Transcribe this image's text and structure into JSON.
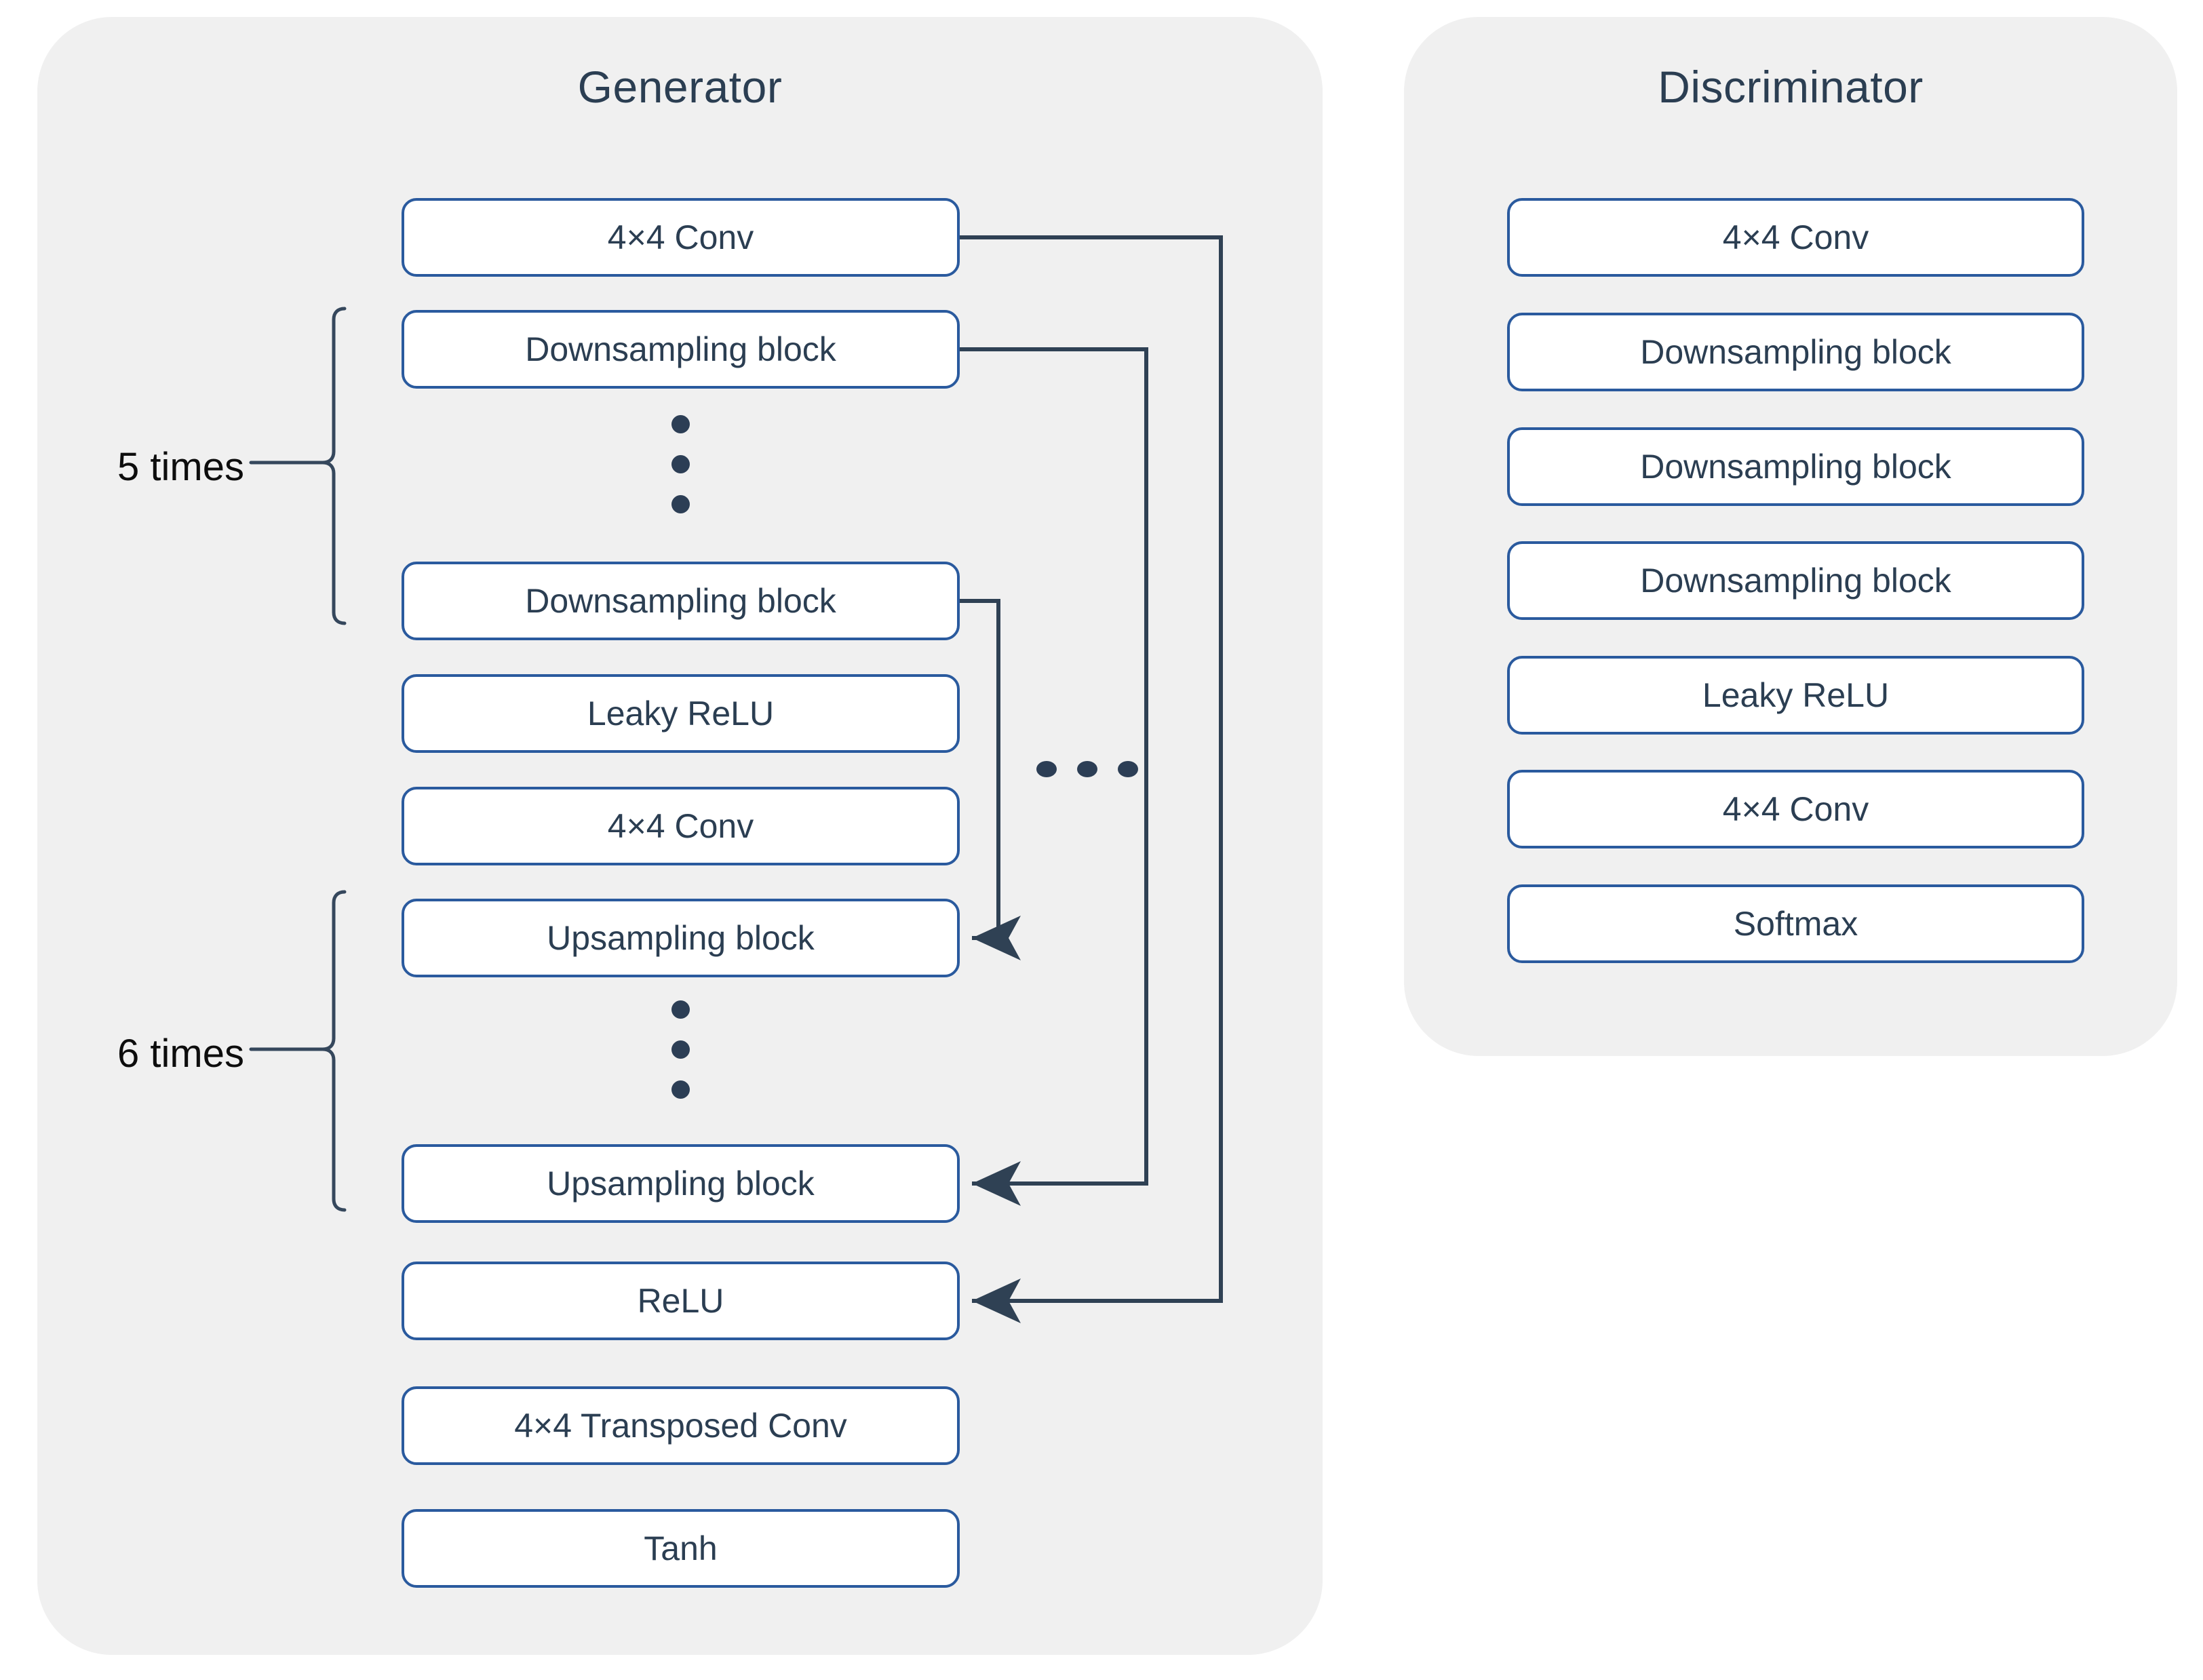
{
  "figure": {
    "title_generator": "Generator",
    "title_discriminator": "Discriminator",
    "background_color": "#ffffff",
    "panel_color": "#f0f0f0",
    "node_border_color": "#2a5a9e",
    "node_fill_color": "#ffffff",
    "text_color": "#2b3e52",
    "connector_color": "#2f4154",
    "dot_color": "#2c3e55"
  },
  "generator": {
    "title": "Generator",
    "nodes": [
      {
        "label": "4×4 Conv"
      },
      {
        "label": "Downsampling block"
      },
      {
        "label": "Downsampling block"
      },
      {
        "label": "Leaky ReLU"
      },
      {
        "label": "4×4 Conv"
      },
      {
        "label": "Upsampling block"
      },
      {
        "label": "Upsampling block"
      },
      {
        "label": "ReLU"
      },
      {
        "label": "4×4 Transposed Conv"
      },
      {
        "label": "Tanh"
      }
    ],
    "repeat_brackets": [
      {
        "label": "5 times"
      },
      {
        "label": "6 times"
      }
    ],
    "ellipses": [
      {
        "name": "downsampling-ellipsis",
        "orientation": "vertical",
        "count": 3
      },
      {
        "name": "upsampling-ellipsis",
        "orientation": "vertical",
        "count": 3
      },
      {
        "name": "skip-connection-ellipsis",
        "orientation": "horizontal",
        "count": 3
      }
    ],
    "skip_connections": [
      {
        "from": "4×4 Conv",
        "to": "ReLU"
      },
      {
        "from": "Downsampling block",
        "to": "Upsampling block"
      },
      {
        "from": "Downsampling block",
        "to": "Upsampling block"
      }
    ]
  },
  "discriminator": {
    "title": "Discriminator",
    "nodes": [
      {
        "label": "4×4 Conv"
      },
      {
        "label": "Downsampling block"
      },
      {
        "label": "Downsampling block"
      },
      {
        "label": "Downsampling block"
      },
      {
        "label": "Leaky ReLU"
      },
      {
        "label": "4×4 Conv"
      },
      {
        "label": "Softmax"
      }
    ]
  }
}
